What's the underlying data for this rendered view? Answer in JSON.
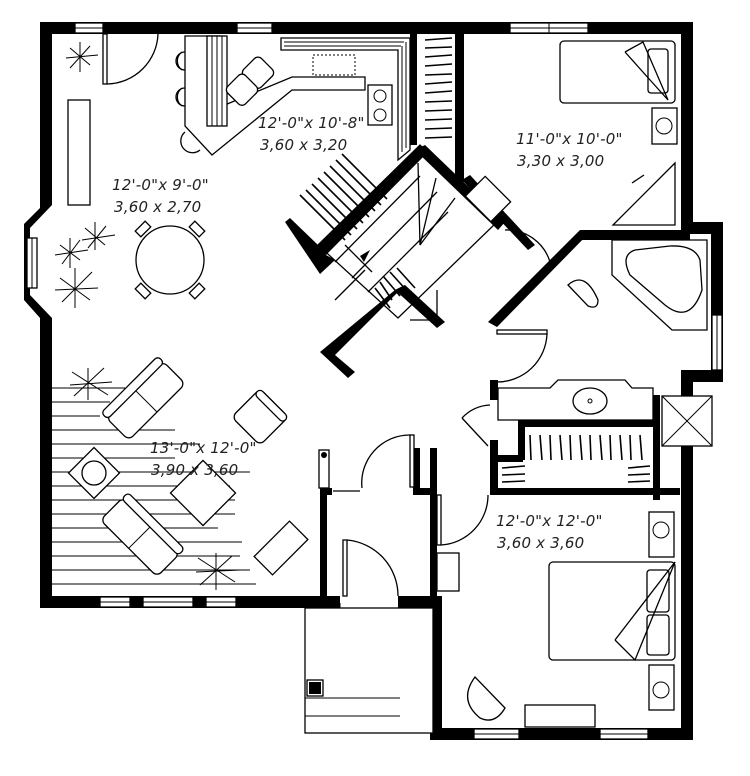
{
  "plan": {
    "title": "Floor plan",
    "rooms": [
      {
        "id": "kitchen",
        "imperial": "12'-0\"x 10'-8\"",
        "metric": "3,60 x 3,20"
      },
      {
        "id": "dining",
        "imperial": "12'-0\"x 9'-0\"",
        "metric": "3,60 x 2,70"
      },
      {
        "id": "bedroom-1",
        "imperial": "11'-0\"x 10'-0\"",
        "metric": "3,30 x 3,00"
      },
      {
        "id": "living",
        "imperial": "13'-0\"x 12'-0\"",
        "metric": "3,90 x 3,60"
      },
      {
        "id": "bedroom-2",
        "imperial": "12'-0\"x 12'-0\"",
        "metric": "3,60 x 3,60"
      }
    ],
    "colors": {
      "wall": "#000000",
      "background": "#ffffff",
      "text": "#222222"
    }
  }
}
